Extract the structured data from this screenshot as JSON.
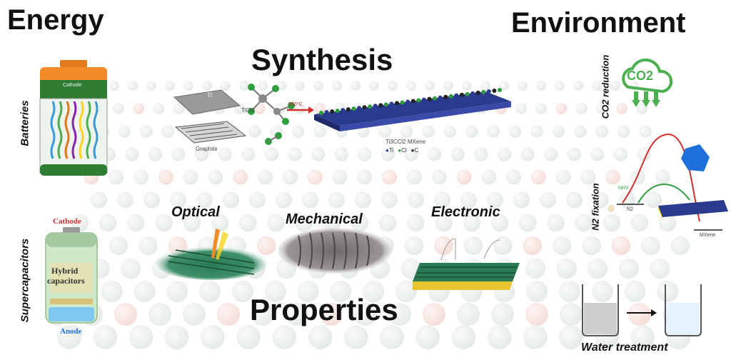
{
  "titles": {
    "energy": "Energy",
    "environment": "Environment",
    "synthesis": "Synthesis",
    "properties": "Properties"
  },
  "energy_side": {
    "batteries": "Batteries",
    "battery_top_label": "Cathode",
    "supercapacitors": "Supercapacitors",
    "cap_cathode": "Cathode",
    "cap_middle_line1": "Hybrid",
    "cap_middle_line2": "capacitors",
    "cap_anode": "Anode"
  },
  "synthesis_panel": {
    "ti_label": "Ti",
    "ticl4_label": "TiCl4",
    "temp_label": "950°C",
    "graphite_label": "Graphite",
    "mxene_label": "Ti3CCl2 MXene",
    "legend": [
      "Ti",
      "Cl",
      "C"
    ]
  },
  "properties_panel": {
    "optical": "Optical",
    "mechanical": "Mechanical",
    "electronic": "Electronic"
  },
  "environment_side": {
    "co2_reduction": "CO2 reduction",
    "co2_icon_text": "CO2",
    "n2_fixation": "N2 fixation",
    "n2_label": "N2",
    "nh3_label": "NH3",
    "mxene_small": "MXene",
    "water_treatment": "Water treatment"
  },
  "colors": {
    "green": "#4caf50",
    "dark_green": "#1f7a3a",
    "battery_green": "#2e7d32",
    "battery_orange": "#f28c28",
    "red": "#d32f2f",
    "blue": "#1e6fd9",
    "navy": "#2a3a8c"
  }
}
